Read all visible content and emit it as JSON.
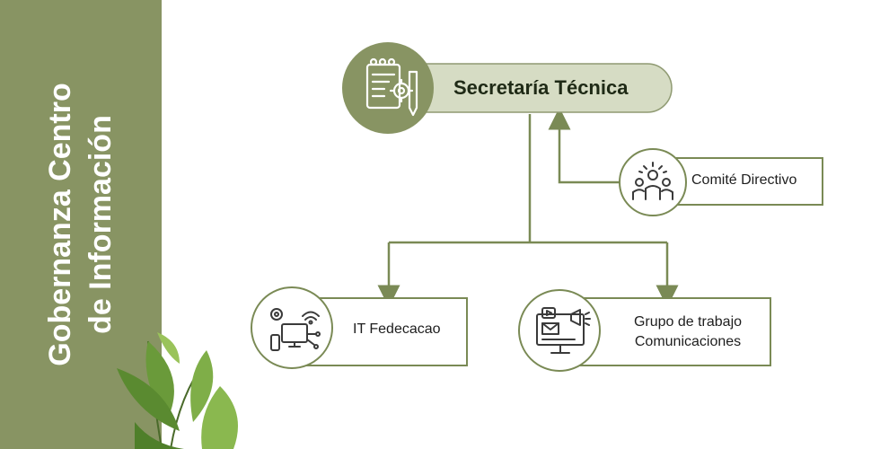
{
  "sidebar": {
    "title_line1": "Gobernanza Centro",
    "title_line2": "de Información"
  },
  "nodes": {
    "secretaria": {
      "label": "Secretaría Técnica",
      "icon": "document-gear-pencil-icon"
    },
    "comite": {
      "label": "Comité Directivo",
      "icon": "team-people-icon"
    },
    "it": {
      "label": "IT Fedecacao",
      "icon": "it-devices-network-icon"
    },
    "grupo": {
      "label_line1": "Grupo de trabajo",
      "label_line2": "Comunicaciones",
      "icon": "communications-monitor-megaphone-icon"
    }
  },
  "colors": {
    "olive": "#889463",
    "dark_olive": "#7a8a55",
    "pill_fill": "#d6dcc4",
    "line": "#7a8a55",
    "text": "#1e1e1e",
    "leaf": "#6a9a3a"
  }
}
